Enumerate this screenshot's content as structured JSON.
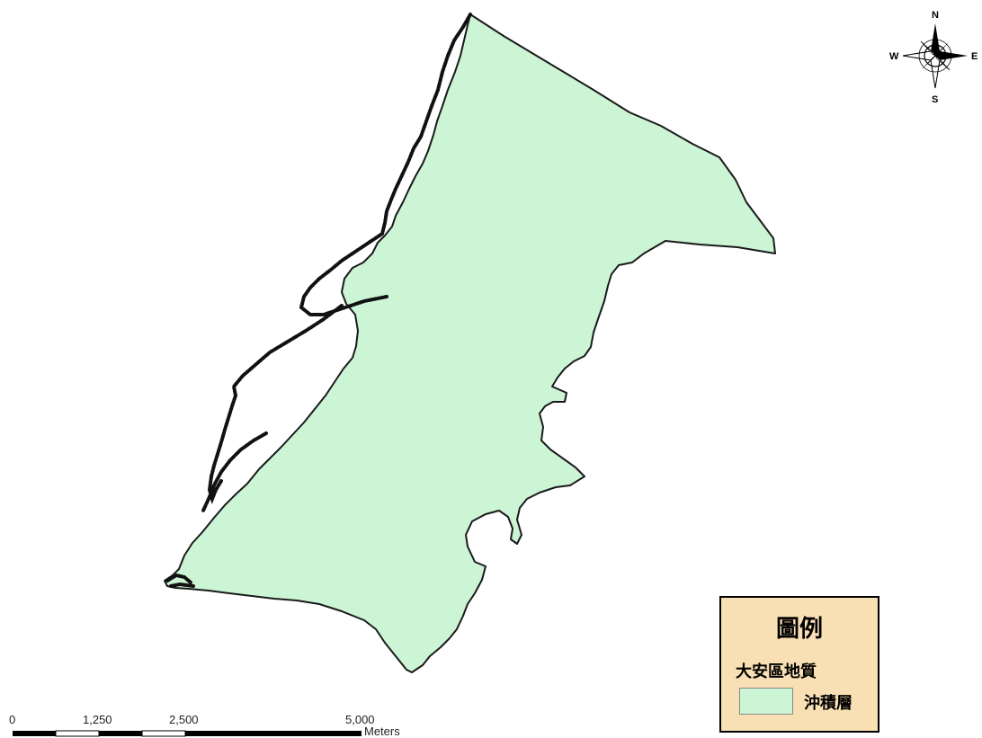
{
  "map": {
    "district_fill": "#ccf5d6",
    "district_outline": "#1a1a1a",
    "river_line": "#111111"
  },
  "compass": {
    "icon": "north-arrow-compass-rose-icon",
    "north": "N",
    "south": "S",
    "east": "E",
    "west": "W"
  },
  "scale_bar": {
    "ticks": [
      "0",
      "1,250",
      "2,500",
      "5,000"
    ],
    "unit": "Meters"
  },
  "legend": {
    "title": "圖例",
    "layer_name": "大安區地質",
    "items": [
      {
        "label": "沖積層",
        "color": "#ccf5d6"
      }
    ],
    "background": "#f9dfb4"
  }
}
